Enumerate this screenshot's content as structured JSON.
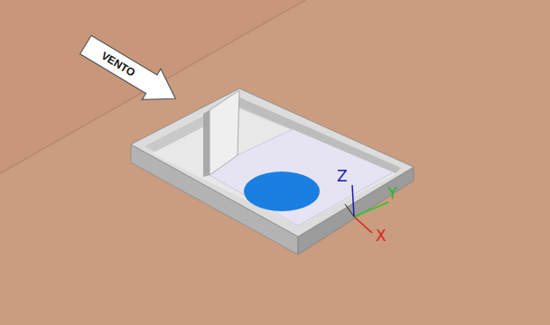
{
  "diagram": {
    "nodes": [
      {
        "text": [
          "VENTO"
        ]
      }
    ],
    "labels": [
      "Z",
      "Y",
      "X"
    ]
  }
}
